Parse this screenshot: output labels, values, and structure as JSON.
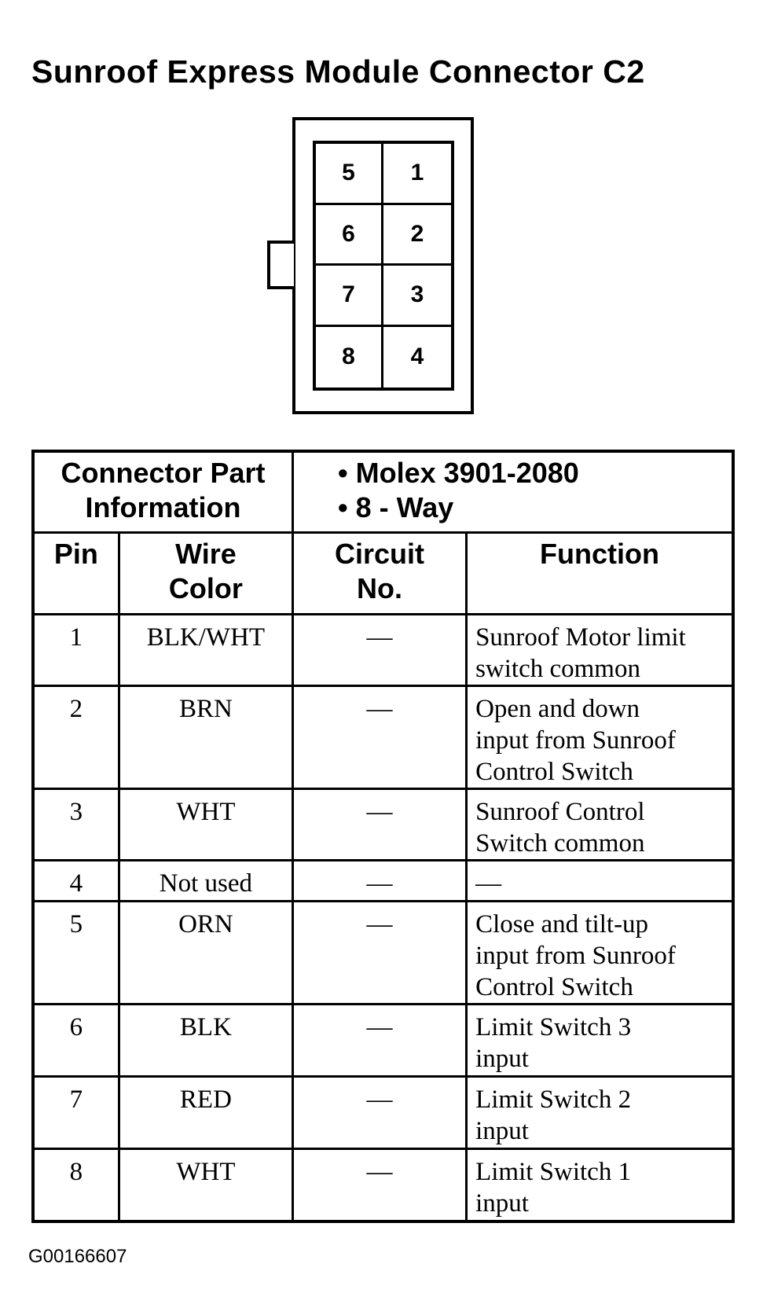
{
  "title": "Sunroof Express Module Connector C2",
  "connector": {
    "pins": [
      [
        "5",
        "1"
      ],
      [
        "6",
        "2"
      ],
      [
        "7",
        "3"
      ],
      [
        "8",
        "4"
      ]
    ]
  },
  "table": {
    "info_label_line1": "Connector Part",
    "info_label_line2": "Information",
    "info_values": [
      "• Molex 3901-2080",
      "• 8 - Way"
    ],
    "headers": {
      "pin": "Pin",
      "wire_line1": "Wire",
      "wire_line2": "Color",
      "circuit_line1": "Circuit",
      "circuit_line2": "No.",
      "function": "Function"
    },
    "rows": [
      {
        "pin": "1",
        "color": "BLK/WHT",
        "circuit": "—",
        "function_lines": [
          "Sunroof Motor limit",
          "switch common"
        ]
      },
      {
        "pin": "2",
        "color": "BRN",
        "circuit": "—",
        "function_lines": [
          "Open and down",
          "input from Sunroof",
          "Control Switch"
        ]
      },
      {
        "pin": "3",
        "color": "WHT",
        "circuit": "—",
        "function_lines": [
          "Sunroof Control",
          "Switch common"
        ]
      },
      {
        "pin": "4",
        "color": "Not used",
        "circuit": "—",
        "function_lines": [
          "—"
        ]
      },
      {
        "pin": "5",
        "color": "ORN",
        "circuit": "—",
        "function_lines": [
          "Close and tilt-up",
          "input from Sunroof",
          "Control Switch"
        ]
      },
      {
        "pin": "6",
        "color": "BLK",
        "circuit": "—",
        "function_lines": [
          "Limit Switch 3",
          "input"
        ]
      },
      {
        "pin": "7",
        "color": "RED",
        "circuit": "—",
        "function_lines": [
          "Limit Switch 2",
          "input"
        ]
      },
      {
        "pin": "8",
        "color": "WHT",
        "circuit": "—",
        "function_lines": [
          "Limit Switch 1",
          "input"
        ]
      }
    ]
  },
  "footer": "G00166607"
}
